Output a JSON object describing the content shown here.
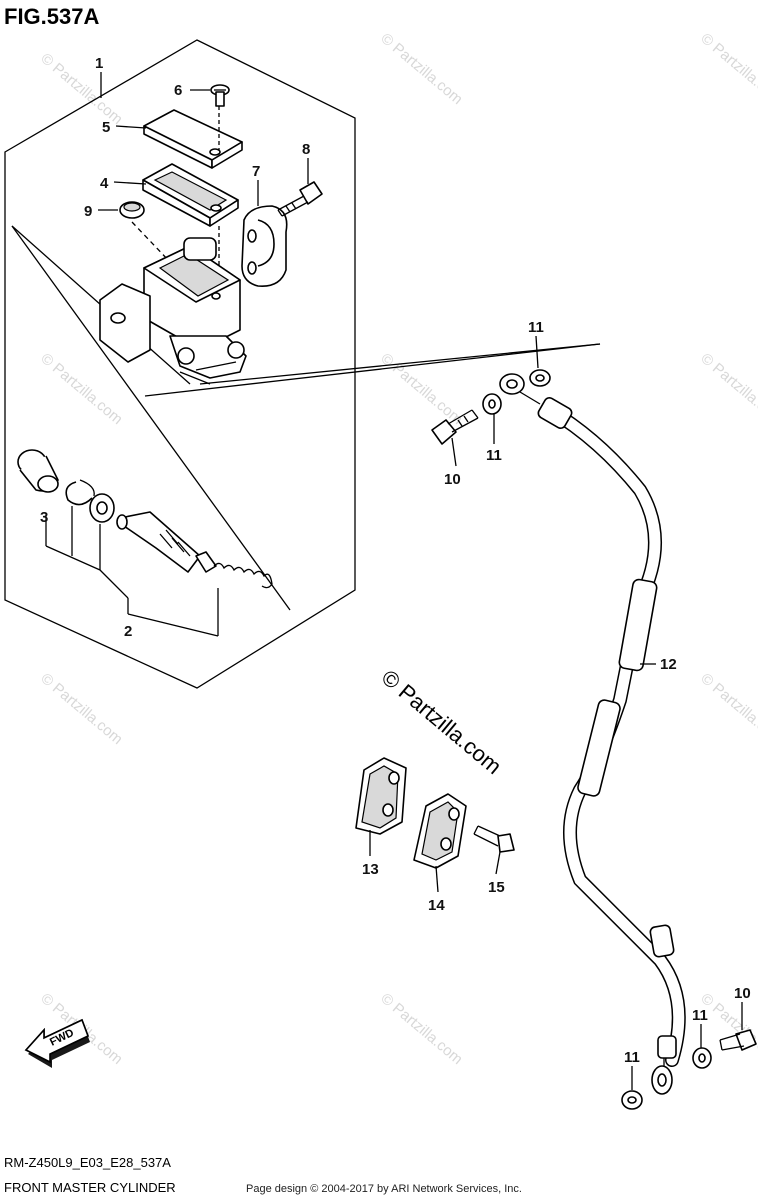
{
  "figure": {
    "title": "FIG.537A"
  },
  "callouts": [
    {
      "id": "c1",
      "text": "1"
    },
    {
      "id": "c2",
      "text": "2"
    },
    {
      "id": "c3",
      "text": "3"
    },
    {
      "id": "c4",
      "text": "4"
    },
    {
      "id": "c5",
      "text": "5"
    },
    {
      "id": "c6",
      "text": "6"
    },
    {
      "id": "c7",
      "text": "7"
    },
    {
      "id": "c8",
      "text": "8"
    },
    {
      "id": "c9",
      "text": "9"
    },
    {
      "id": "c10a",
      "text": "10"
    },
    {
      "id": "c10b",
      "text": "10"
    },
    {
      "id": "c11a",
      "text": "11"
    },
    {
      "id": "c11b",
      "text": "11"
    },
    {
      "id": "c11c",
      "text": "11"
    },
    {
      "id": "c11d",
      "text": "11"
    },
    {
      "id": "c12",
      "text": "12"
    },
    {
      "id": "c13",
      "text": "13"
    },
    {
      "id": "c14",
      "text": "14"
    },
    {
      "id": "c15",
      "text": "15"
    }
  ],
  "watermark": {
    "text": "© Partzilla.com"
  },
  "fwd_label": "FWD",
  "footer": {
    "model_code": "RM-Z450L9_E03_E28_537A",
    "section_name": "FRONT MASTER CYLINDER",
    "copyright": "Page design © 2004-2017 by ARI Network Services, Inc."
  }
}
